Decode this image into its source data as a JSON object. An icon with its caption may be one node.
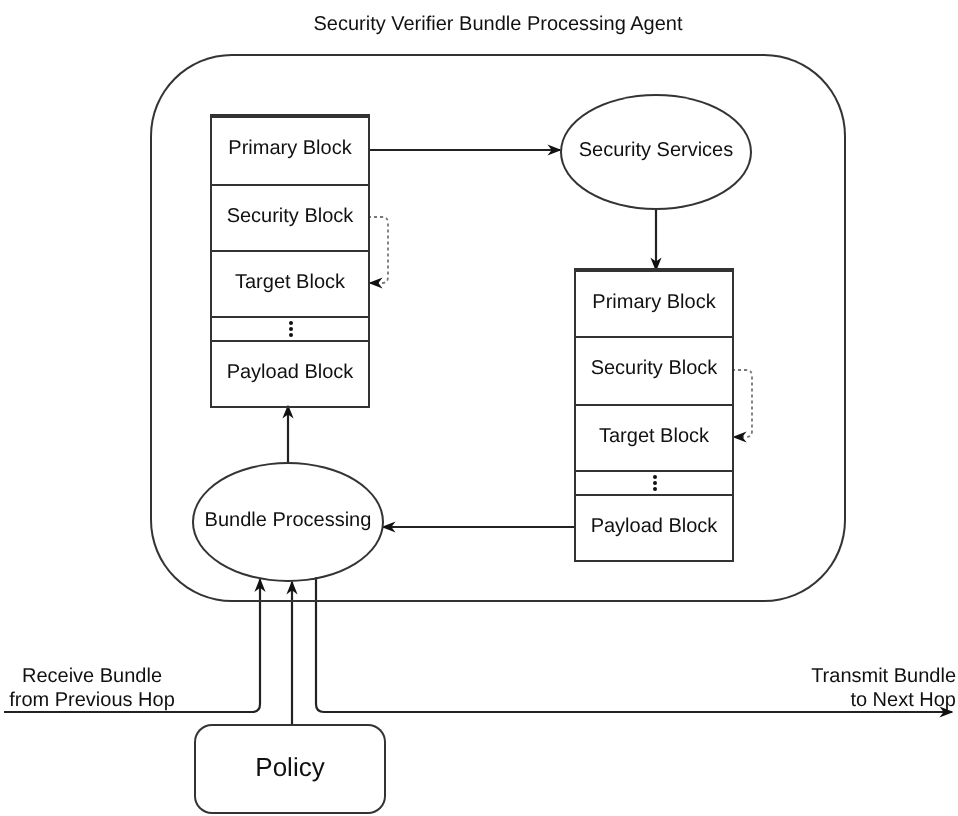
{
  "diagram": {
    "nodes": [
      {
        "text": [
          "Security Verifier Bundle Processing Agent"
        ]
      },
      {
        "text": [],
        "shape": "box",
        "in": 0
      },
      {
        "text": [
          "Primary Block"
        ],
        "in": 1
      },
      {
        "text": [
          "Security Block"
        ],
        "in": 1
      },
      {
        "text": [
          "Target Block"
        ],
        "in": 1
      },
      {
        "text": [],
        "shape": "box",
        "in": 1
      },
      {
        "text": [
          "Payload Block"
        ],
        "in": 1
      },
      {
        "text": [
          "Security Services"
        ],
        "in": 0
      },
      {
        "text": [],
        "shape": "box",
        "in": 0
      },
      {
        "text": [
          "Primary Block"
        ],
        "in": 8
      },
      {
        "text": [
          "Security Block"
        ],
        "in": 8
      },
      {
        "text": [
          "Target Block"
        ],
        "in": 8
      },
      {
        "text": [],
        "shape": "box",
        "in": 8
      },
      {
        "text": [
          "Payload Block"
        ],
        "in": 8
      },
      {
        "text": [
          "Bundle Processing"
        ],
        "in": 0
      },
      {
        "text": [
          "Policy"
        ]
      }
    ],
    "edges": [
      {
        "from": 2,
        "to": 7,
        "arrow": "to"
      },
      {
        "from": 3,
        "to": 4,
        "arrow": "to",
        "style": "dashed"
      },
      {
        "from": 7,
        "to": 9,
        "arrow": "to"
      },
      {
        "from": 10,
        "to": 11,
        "arrow": "to",
        "style": "dashed"
      },
      {
        "from": 13,
        "to": 14,
        "arrow": "to"
      },
      {
        "from": 14,
        "to": 6,
        "arrow": "to"
      },
      {
        "from": null,
        "to": 14,
        "arrow": "to",
        "label": "Receive Bundle from Previous Hop"
      },
      {
        "from": 15,
        "to": 14,
        "arrow": "to"
      },
      {
        "from": 14,
        "to": null,
        "arrow": "to",
        "label": "Transmit Bundle to Next Hop"
      }
    ]
  }
}
